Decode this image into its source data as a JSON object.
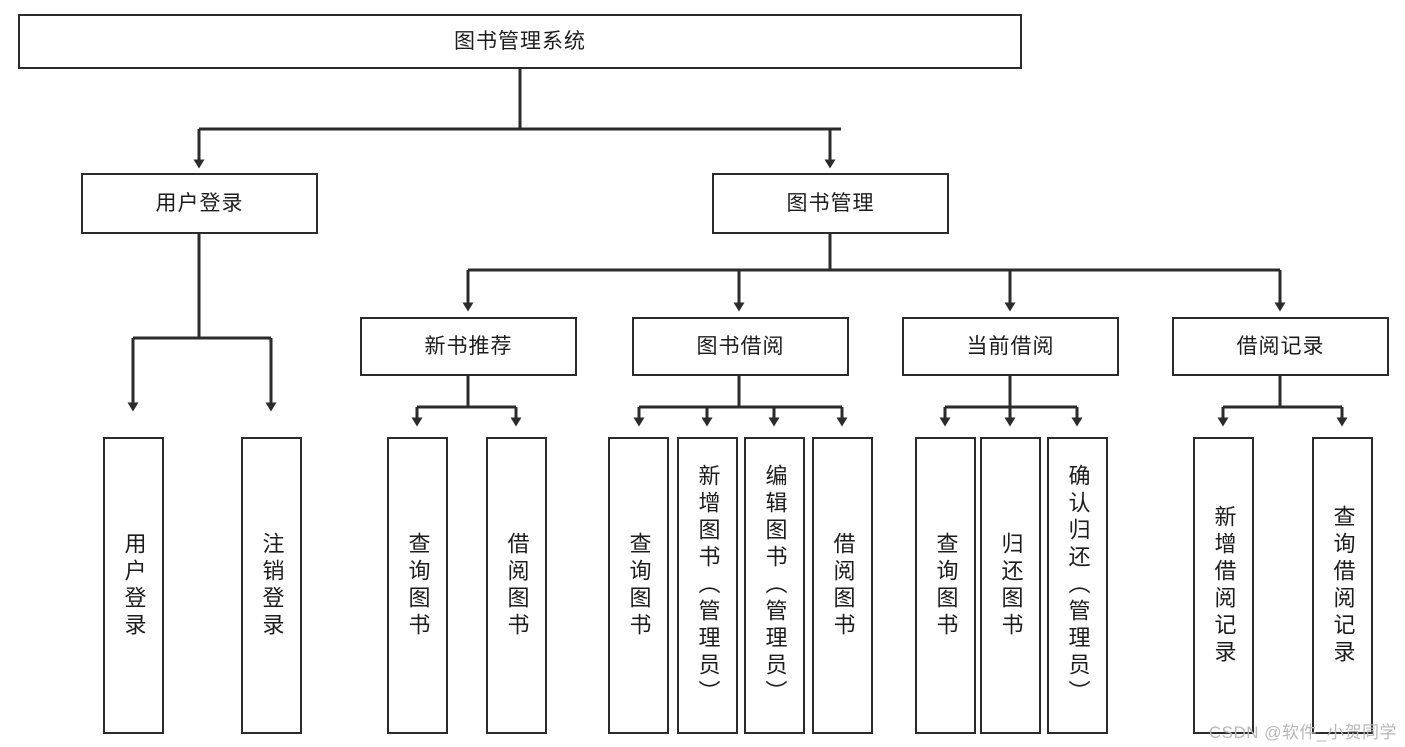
{
  "diagram": {
    "title": "图书管理系统",
    "watermark": "CSDN @软件_小贺同学",
    "colors": {
      "box_border": "#2b2b2b",
      "connector": "#2b2b2b",
      "background": "#ffffff",
      "text": "#1c1c1c",
      "watermark": "#b8b8b8"
    },
    "root": {
      "label": "图书管理系统"
    },
    "tier2": [
      {
        "label": "用户登录"
      },
      {
        "label": "图书管理"
      }
    ],
    "tier3": [
      {
        "label": "新书推荐"
      },
      {
        "label": "图书借阅"
      },
      {
        "label": "当前借阅"
      },
      {
        "label": "借阅记录"
      }
    ],
    "leaves": {
      "user_login": [
        {
          "label": "用户登录"
        },
        {
          "label": "注销登录"
        }
      ],
      "new_book": [
        {
          "label": "查询图书"
        },
        {
          "label": "借阅图书"
        }
      ],
      "book_borrow": [
        {
          "label": "查询图书"
        },
        {
          "label": "新增图书（管理员）"
        },
        {
          "label": "编辑图书（管理员）"
        },
        {
          "label": "借阅图书"
        }
      ],
      "current_borrow": [
        {
          "label": "查询图书"
        },
        {
          "label": "归还图书"
        },
        {
          "label": "确认归还（管理员）"
        }
      ],
      "borrow_record": [
        {
          "label": "新增借阅记录"
        },
        {
          "label": "查询借阅记录"
        }
      ]
    }
  }
}
